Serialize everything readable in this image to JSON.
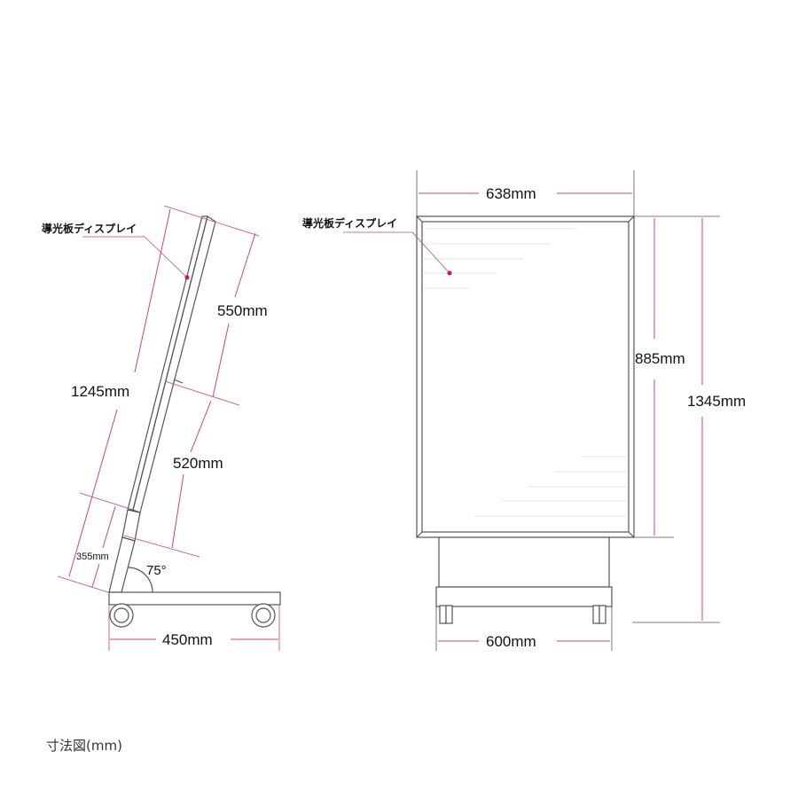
{
  "colors": {
    "dimension_line": "#c8408c",
    "callout_dot": "#d0105a",
    "outline": "#555555",
    "text": "#111111"
  },
  "side_view": {
    "callout_label": "導光板ディスプレイ",
    "dims": {
      "overall_length": "1245mm",
      "upper_panel": "550mm",
      "lower_panel": "520mm",
      "base_post": "355mm",
      "angle": "75°",
      "base_width": "450mm"
    }
  },
  "front_view": {
    "callout_label": "導光板ディスプレイ",
    "dims": {
      "panel_width": "638mm",
      "panel_height": "885mm",
      "total_height": "1345mm",
      "base_width": "600mm"
    }
  },
  "caption": "寸法図(mm)"
}
